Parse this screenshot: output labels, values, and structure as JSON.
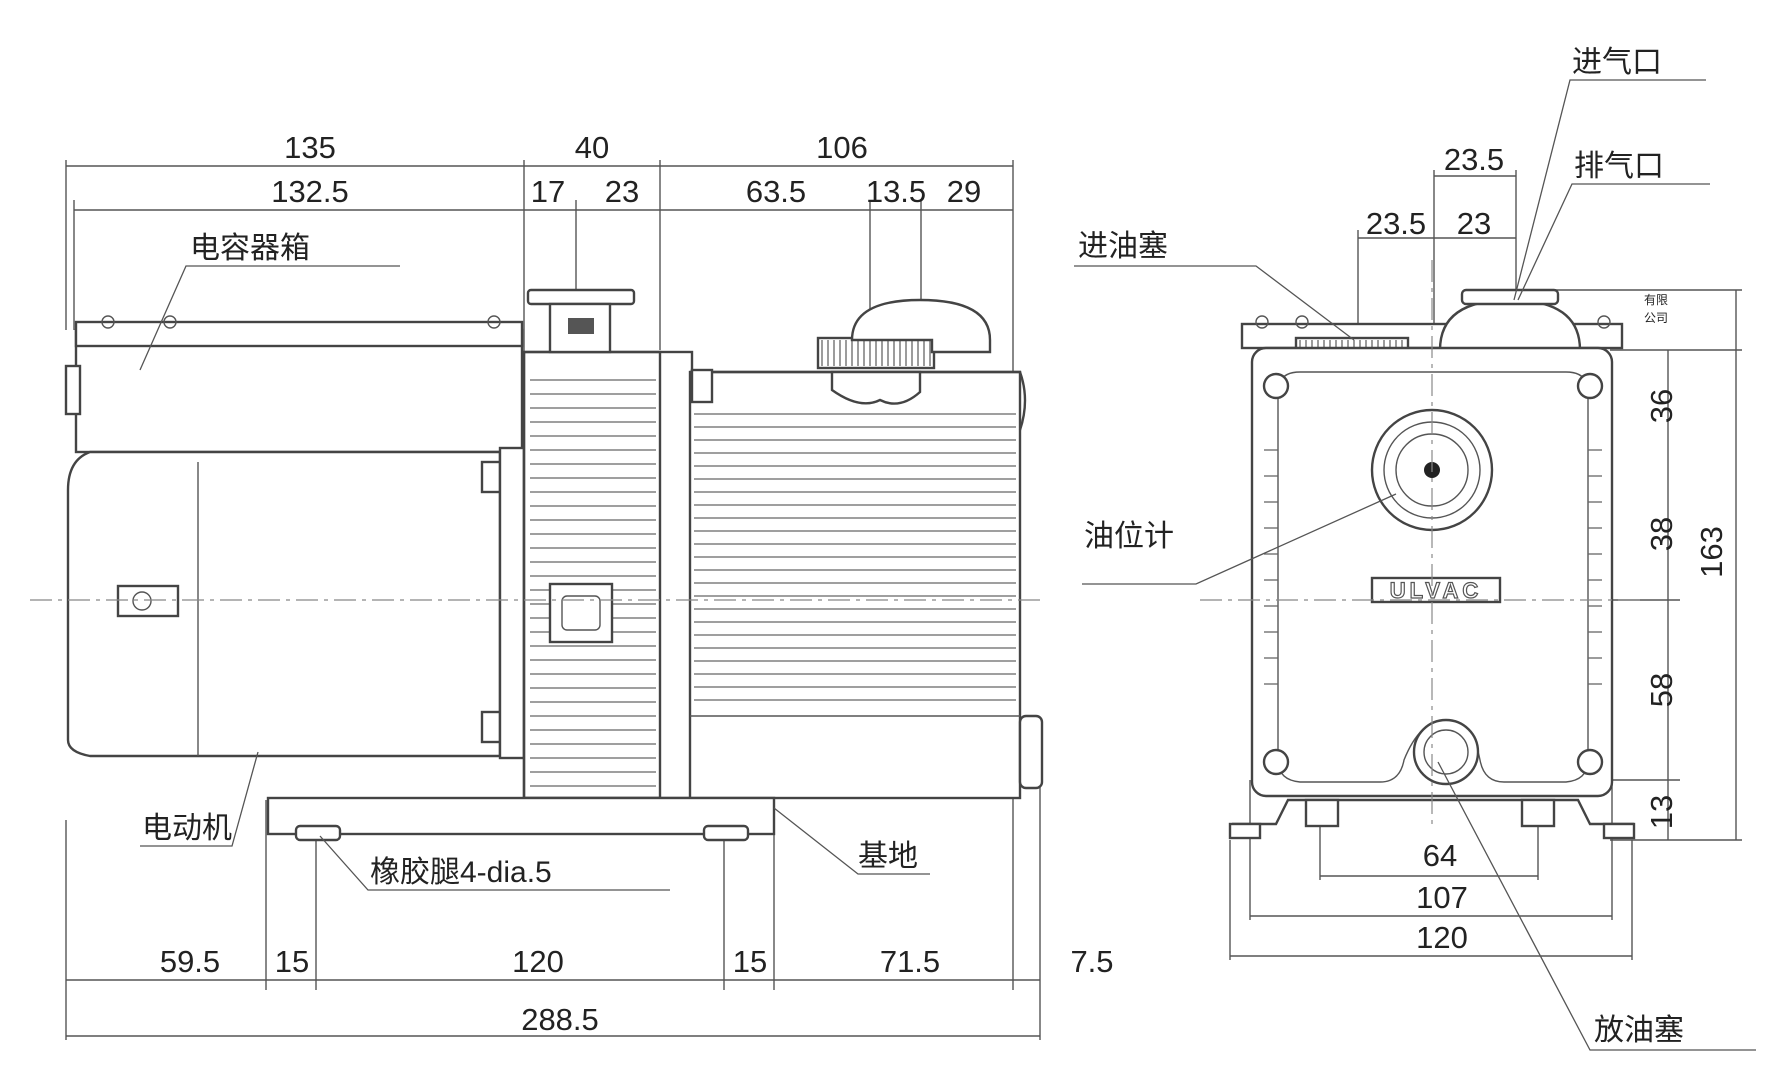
{
  "side_view": {
    "top_row": [
      "135",
      "40",
      "106"
    ],
    "second_row": [
      "132.5",
      "17",
      "23",
      "63.5",
      "13.5",
      "29"
    ],
    "bottom_row": [
      "59.5",
      "15",
      "120",
      "15",
      "71.5",
      "7.5"
    ],
    "overall": "288.5"
  },
  "front_view": {
    "top_dim": "23.5",
    "second_row": [
      "23.5",
      "23"
    ],
    "right_col": [
      "36",
      "38",
      "58",
      "13"
    ],
    "right_total": "163",
    "bottom_rows": [
      "64",
      "107",
      "120"
    ],
    "logo": "ULVAC",
    "company_tag": [
      "有限",
      "公司"
    ]
  },
  "labels": {
    "capacitor_box": "电容器箱",
    "motor": "电动机",
    "rubber_feet": "橡胶腿4-dia.5",
    "base": "基地",
    "oil_fill_plug": "进油塞",
    "oil_level_gauge": "油位计",
    "intake_port": "进气口",
    "exhaust_port": "排气口",
    "oil_drain_plug": "放油塞"
  }
}
